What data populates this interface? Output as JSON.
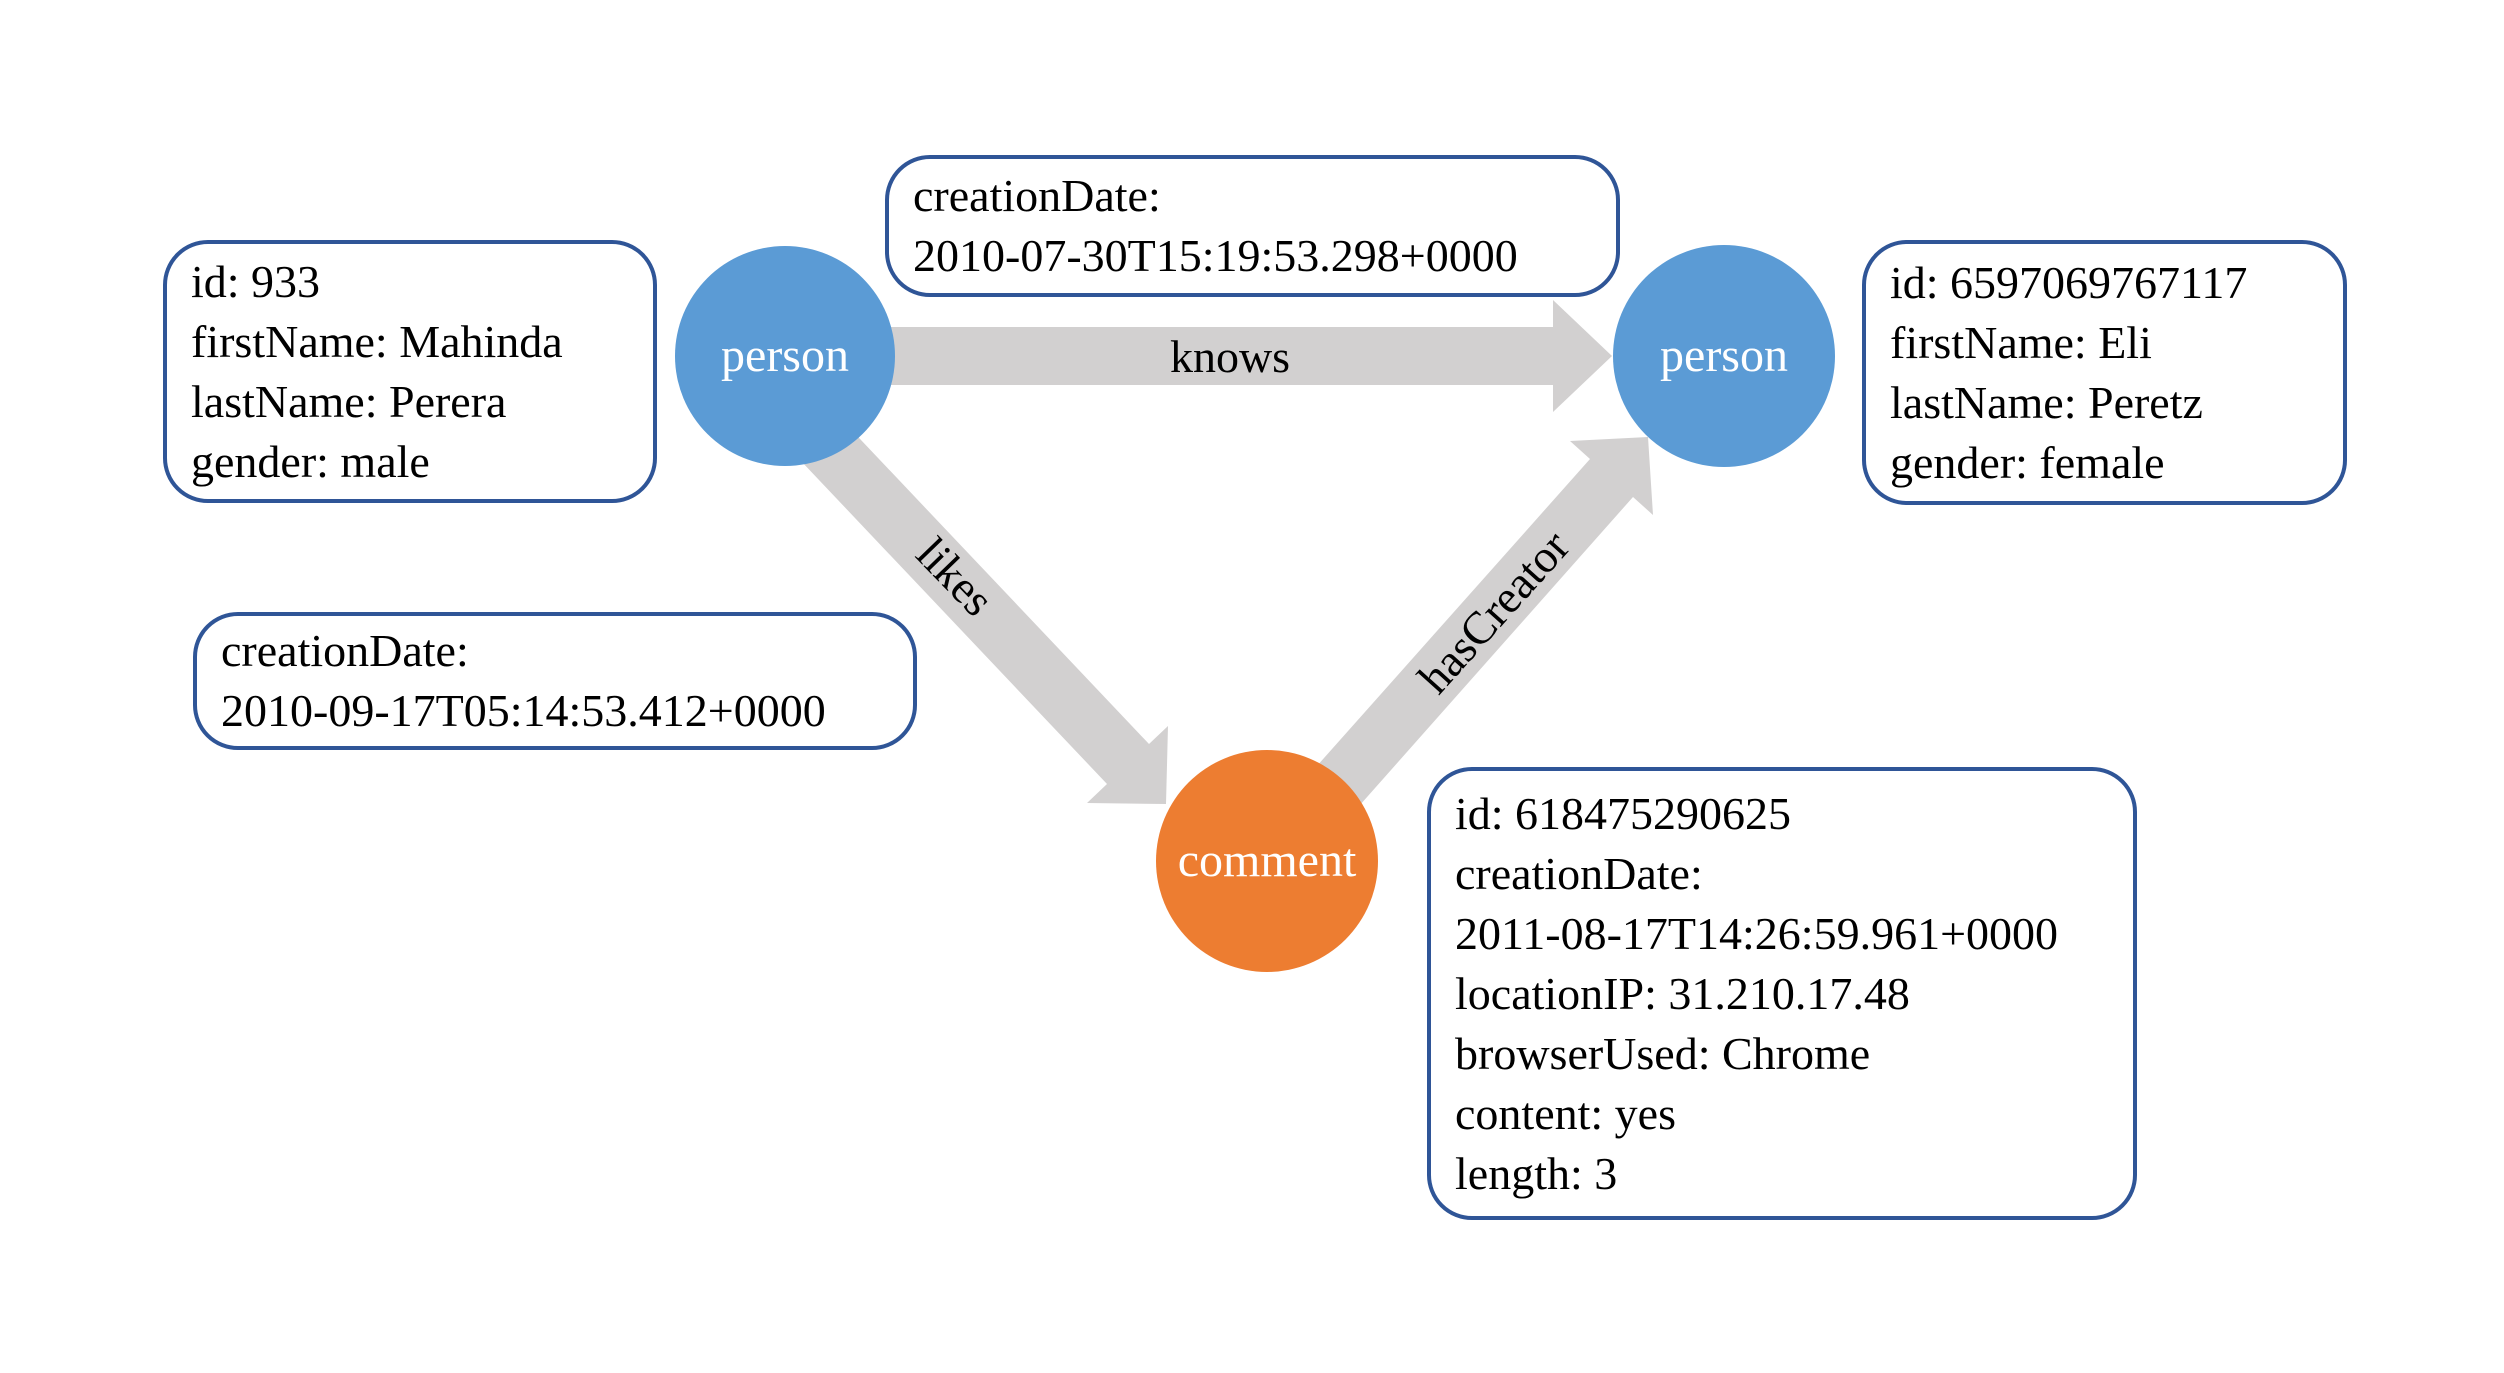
{
  "diagram": {
    "colors": {
      "person_node": "#5B9BD5",
      "comment_node": "#ED7D31",
      "arrow": "#D2D0D0",
      "box_border": "#2F5597",
      "background": "#FFFFFF"
    },
    "nodes": {
      "person1": {
        "label": "person"
      },
      "person2": {
        "label": "person"
      },
      "comment": {
        "label": "comment"
      }
    },
    "edges": {
      "knows": {
        "label": "knows"
      },
      "likes": {
        "label": "likes"
      },
      "hasCreator": {
        "label": "hasCreator"
      }
    },
    "property_boxes": {
      "person1": {
        "lines": [
          "id: 933",
          "firstName: Mahinda",
          "lastName: Perera",
          "gender: male"
        ]
      },
      "knows": {
        "lines": [
          "creationDate:",
          "2010-07-30T15:19:53.298+0000"
        ]
      },
      "person2": {
        "lines": [
          "id: 6597069767117",
          "firstName: Eli",
          "lastName: Peretz",
          "gender: female"
        ]
      },
      "likes": {
        "lines": [
          "creationDate:",
          "2010-09-17T05:14:53.412+0000"
        ]
      },
      "comment": {
        "lines": [
          "id: 618475290625",
          "creationDate:",
          "2011-08-17T14:26:59.961+0000",
          "locationIP: 31.210.17.48",
          "browserUsed: Chrome",
          "content: yes",
          "length: 3"
        ]
      }
    }
  }
}
